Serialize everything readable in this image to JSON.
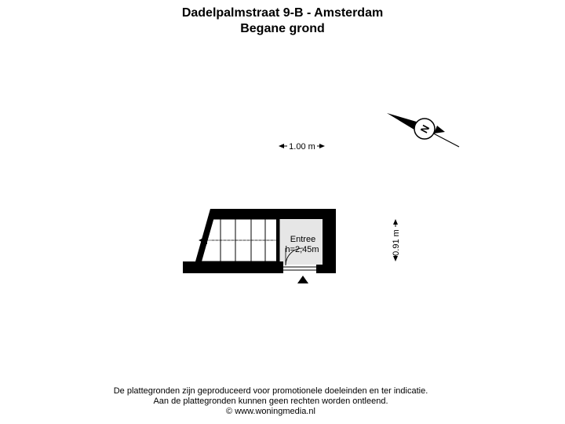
{
  "header": {
    "address": "Dadelpalmstraat 9-B - Amsterdam",
    "floor": "Begane grond"
  },
  "plan": {
    "scale_label": "1.00 m",
    "dimension_label": "0.91 m",
    "room": {
      "name": "Entree",
      "height": "h=2,45m"
    },
    "compass_letter": "N",
    "colors": {
      "wall": "#000000",
      "room_fill": "#e6e6e6",
      "background": "#ffffff"
    }
  },
  "footer": {
    "line1": "De plattegronden zijn geproduceerd voor promotionele doeleinden en ter indicatie.",
    "line2": "Aan de plattegronden kunnen geen rechten worden ontleend.",
    "line3": "© www.woningmedia.nl"
  }
}
